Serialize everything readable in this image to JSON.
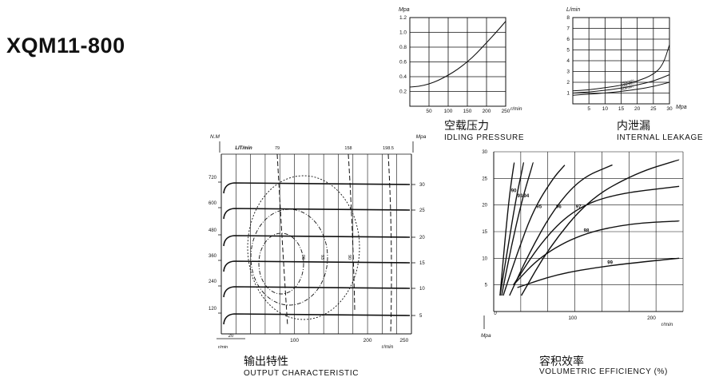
{
  "model": "XQM11-800",
  "chart_data": [
    {
      "id": "idling",
      "type": "line",
      "title_cn": "空载压力",
      "title_en": "IDLING PRESSURE",
      "ylabel": "Mpa",
      "xlabel": "r/min",
      "xlim": [
        0,
        250
      ],
      "ylim": [
        0,
        1.2
      ],
      "xticks": [
        50,
        100,
        150,
        200,
        250
      ],
      "yticks": [
        0.2,
        0.4,
        0.6,
        0.8,
        1.0,
        1.2
      ],
      "series": [
        {
          "x": [
            0,
            25,
            50,
            75,
            100,
            125,
            150,
            175,
            200,
            225,
            250
          ],
          "y": [
            0.26,
            0.27,
            0.3,
            0.35,
            0.42,
            0.5,
            0.6,
            0.72,
            0.86,
            1.0,
            1.15
          ]
        }
      ]
    },
    {
      "id": "leakage",
      "type": "line",
      "title_cn": "内泄漏",
      "title_en": "INTERNAL  LEAKAGE",
      "ylabel": "L/min",
      "xlabel": "Mpa",
      "xlim": [
        0,
        30
      ],
      "ylim": [
        0,
        8
      ],
      "xticks": [
        5,
        10,
        15,
        20,
        25,
        30
      ],
      "yticks": [
        1,
        2,
        3,
        4,
        5,
        6,
        7,
        8
      ],
      "series": [
        {
          "name": "250r/min",
          "x": [
            0,
            5,
            10,
            15,
            20,
            25,
            28,
            30
          ],
          "y": [
            1.2,
            1.3,
            1.5,
            1.7,
            2.1,
            2.7,
            3.6,
            5.5
          ]
        },
        {
          "name": "100r/min",
          "x": [
            0,
            5,
            10,
            15,
            20,
            25,
            30
          ],
          "y": [
            1.0,
            1.1,
            1.25,
            1.45,
            1.75,
            2.1,
            2.7
          ]
        },
        {
          "name": "50r/min",
          "x": [
            0,
            5,
            10,
            15,
            20,
            25,
            30
          ],
          "y": [
            0.8,
            0.9,
            1.0,
            1.15,
            1.35,
            1.6,
            2.0
          ]
        }
      ]
    },
    {
      "id": "output",
      "type": "line",
      "title_cn": "输出特性",
      "title_en": "OUTPUT  CHARACTERISTIC",
      "ylabel_left": "N.M",
      "ylabel_right": "Mpa",
      "xlabel": "r/min",
      "flow_label": "LIT/min",
      "flow_ticks": [
        "79",
        "158",
        "198.5"
      ],
      "xlim": [
        0,
        260
      ],
      "xticks": [
        100,
        200,
        250
      ],
      "start_label": "20",
      "start_unit": "r/min",
      "torque_ticks": [
        "720",
        "600",
        "480",
        "360",
        "240",
        "120"
      ],
      "pressure_ticks": [
        "30",
        "25",
        "20",
        "15",
        "10",
        "5"
      ],
      "efficiency_labels": [
        "96",
        "93",
        "90"
      ],
      "series_torque": [
        720,
        600,
        480,
        360,
        240,
        120
      ]
    },
    {
      "id": "volumetric",
      "type": "line",
      "title_cn": "容积效率",
      "title_en": "VOLUMETRIC  EFFICIENCY  (%)",
      "ylabel": "Mpa",
      "xlabel": "r/min",
      "xlim": [
        0,
        240
      ],
      "ylim": [
        0,
        30
      ],
      "xticks": [
        100,
        200
      ],
      "yticks": [
        5,
        10,
        15,
        20,
        25,
        30
      ],
      "origin_label": "0",
      "series": [
        {
          "name": "90",
          "x": [
            8,
            14,
            20,
            26
          ],
          "y": [
            3,
            13,
            22,
            28
          ]
        },
        {
          "name": "93",
          "x": [
            8,
            18,
            28,
            38
          ],
          "y": [
            3,
            12,
            21,
            28
          ]
        },
        {
          "name": "94",
          "x": [
            10,
            22,
            36,
            50
          ],
          "y": [
            3,
            12,
            21,
            28
          ]
        },
        {
          "name": "95",
          "x": [
            12,
            30,
            50,
            75,
            90
          ],
          "y": [
            3,
            11,
            19,
            25,
            27.5
          ]
        },
        {
          "name": "96",
          "x": [
            20,
            45,
            75,
            110,
            150
          ],
          "y": [
            3,
            11,
            19,
            25,
            27.5
          ]
        },
        {
          "name": "",
          "x": [
            35,
            70,
            120,
            180,
            235
          ],
          "y": [
            3,
            12,
            21,
            26,
            28.5
          ]
        },
        {
          "name": "97",
          "x": [
            25,
            60,
            100,
            150,
            235
          ],
          "y": [
            5,
            13,
            19,
            22,
            23.5
          ]
        },
        {
          "name": "98",
          "x": [
            25,
            60,
            110,
            170,
            235
          ],
          "y": [
            5,
            10.5,
            14.5,
            16.5,
            17
          ]
        },
        {
          "name": "99",
          "x": [
            30,
            80,
            140,
            200,
            235
          ],
          "y": [
            4.5,
            7,
            8.5,
            9.5,
            10
          ]
        }
      ]
    }
  ]
}
